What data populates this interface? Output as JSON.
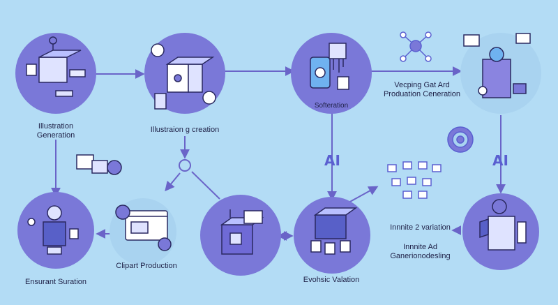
{
  "nodes": [
    {
      "id": "illustration-generation",
      "label": "Illustration\nGeneration",
      "icon": "isometric-machine-icon"
    },
    {
      "id": "illustraion-creation",
      "label": "Illustraion g creation",
      "icon": "cube-gears-icon"
    },
    {
      "id": "softeration",
      "label": "Softeration",
      "icon": "tablet-chip-icon"
    },
    {
      "id": "vecping",
      "label": "Vecping Gat Ard\nProduation Ceneration",
      "icon": "network-nodes-icon"
    },
    {
      "id": "ai-device",
      "label": "",
      "icon": "ai-device-icon"
    },
    {
      "id": "ensurant-suration",
      "label": "Ensurant Suration",
      "icon": "robot-person-icon"
    },
    {
      "id": "clipart-production",
      "label": "Clipart Production",
      "icon": "browser-window-icon"
    },
    {
      "id": "box-node",
      "label": "",
      "icon": "box-chip-icon"
    },
    {
      "id": "evoshic-valation",
      "label": "Evohsic Valation",
      "icon": "cube-nodes-icon"
    },
    {
      "id": "infinite-variation",
      "label": "Innnite 2 variation",
      "icon": "server-shield-icon"
    }
  ],
  "side_labels": {
    "infinite_ad": "Innnite Ad\nGanerionodesling"
  },
  "ai_labels": [
    "AI",
    "AI"
  ],
  "colors": {
    "background": "#b3dcf5",
    "circle": "#7a78d8",
    "circle_light": "#a9d3f0",
    "line": "#6a64c8",
    "text": "#1f2147",
    "accent": "#5a5fd0"
  }
}
